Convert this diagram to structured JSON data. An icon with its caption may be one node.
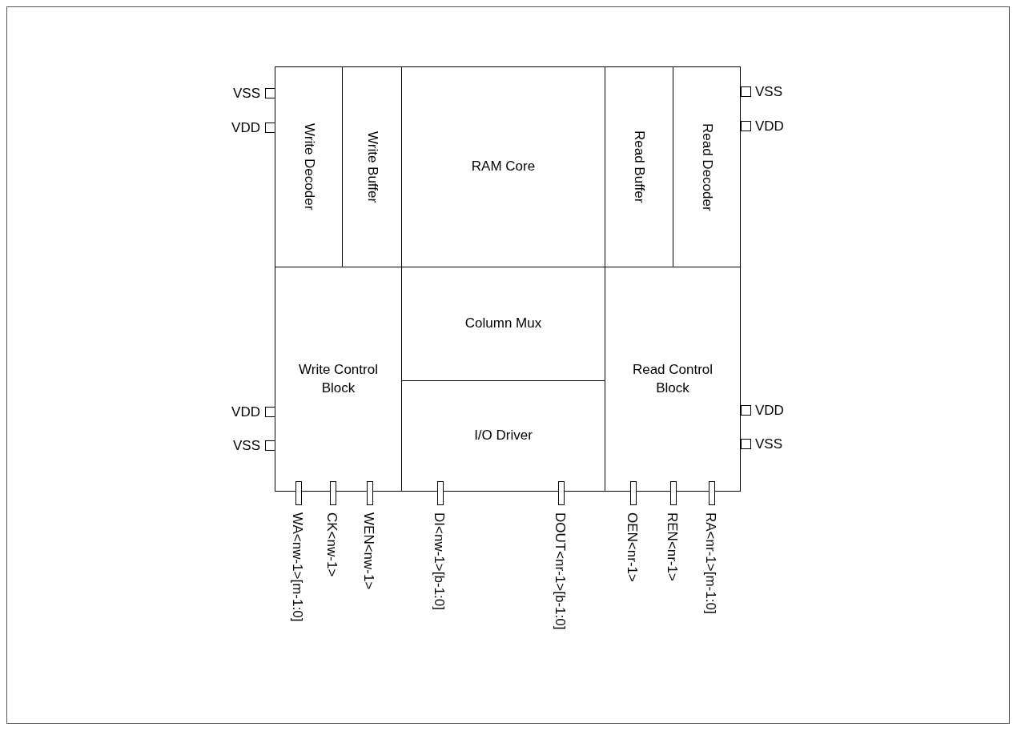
{
  "diagram": {
    "nodes": [
      {
        "text": [
          "Write Decoder"
        ]
      },
      {
        "text": [
          "Write Buffer"
        ]
      },
      {
        "text": [
          "RAM Core"
        ]
      },
      {
        "text": [
          "Read Buffer"
        ]
      },
      {
        "text": [
          "Read Decoder"
        ]
      },
      {
        "text": [
          "Column Mux"
        ]
      },
      {
        "text": [
          "Write Control Block"
        ]
      },
      {
        "text": [
          "Read Control Block"
        ]
      },
      {
        "text": [
          "I/O Driver"
        ]
      }
    ],
    "labels": [
      "VSS",
      "VSS",
      "VDD",
      "VDD",
      "VDD",
      "VDD",
      "VSS",
      "VSS",
      "WA<nw-1>[m-1:0]",
      "CK<nw-1>",
      "WEN<nw-1>",
      "DI<nw-1>[b-1:0]",
      "DOUT<nr-1>[b-1:0]",
      "OEN<nr-1>",
      "REN<nr-1>",
      "RA<nr-1>[m-1:0]"
    ]
  }
}
